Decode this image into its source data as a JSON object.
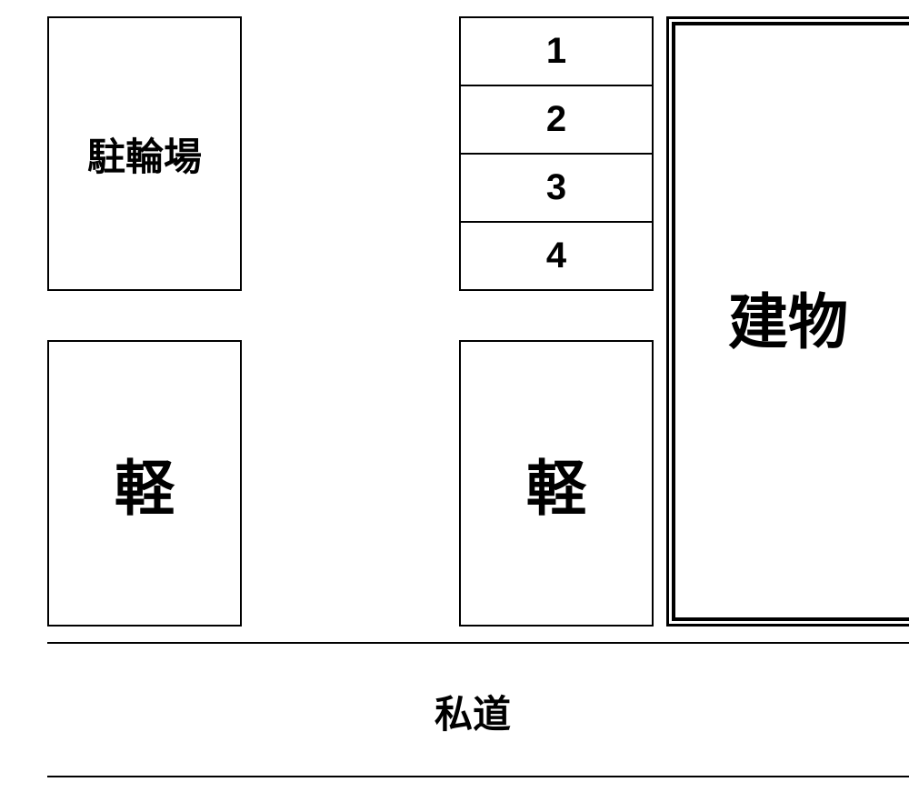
{
  "map": {
    "bicycle_parking": "駐輪場",
    "kei_left": "軽",
    "kei_right": "軽",
    "numbered_spaces": [
      "1",
      "2",
      "3",
      "4"
    ],
    "building": "建物",
    "private_road": "私道"
  }
}
